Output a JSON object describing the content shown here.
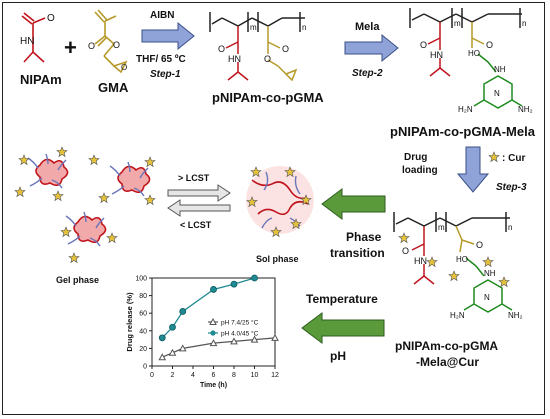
{
  "reactants": {
    "nipam": "NIPAm",
    "plus": "+",
    "gma": "GMA"
  },
  "step1": {
    "reagent": "AIBN",
    "conditions": "THF/ 65 ºC",
    "step": "Step-1"
  },
  "step2": {
    "reagent": "Mela",
    "step": "Step-2"
  },
  "step3": {
    "line1": "Drug",
    "line2": "loading",
    "step": "Step-3"
  },
  "products": {
    "copolymer": "pNIPAm-co-pGMA",
    "mela": "pNIPAm-co-pGMA-Mela",
    "cur_line1": "pNIPAm-co-pGMA",
    "cur_line2": "-Mela@Cur"
  },
  "legend": {
    "cur": ": Cur"
  },
  "subscripts": {
    "m": "m",
    "n": "n"
  },
  "phases": {
    "above_lcst": "> LCST",
    "below_lcst": "< LCST",
    "gel": "Gel phase",
    "sol": "Sol phase",
    "transition_line1": "Phase",
    "transition_line2": "transition"
  },
  "stimuli": {
    "temperature": "Temperature",
    "ph": "pH"
  },
  "chem": {
    "o": "O",
    "hn": "HN",
    "ho": "HO",
    "nh": "NH",
    "n": "N",
    "h2n": "H₂N",
    "nh2": "NH₂"
  },
  "colors": {
    "nipam": "#c0141c",
    "gma": "#b59a2a",
    "mela": "#1e8a1e",
    "arrow_blue": "#8fa3d8",
    "arrow_green": "#5a9a3a",
    "chart_series1": "#555555",
    "chart_series2": "#1f8a92",
    "star": "#e5c23a"
  },
  "chart_data": {
    "type": "line",
    "xlabel": "Time (h)",
    "ylabel": "Drug release (%)",
    "xlim": [
      0,
      12
    ],
    "ylim": [
      0,
      100
    ],
    "xticks": [
      0,
      2,
      4,
      6,
      8,
      10,
      12
    ],
    "yticks": [
      0,
      20,
      40,
      60,
      80,
      100
    ],
    "legend_position": "center-right",
    "series": [
      {
        "name": "pH 7.4/25 °C",
        "x": [
          1,
          2,
          3,
          6,
          8,
          10,
          12
        ],
        "y": [
          10,
          15,
          20,
          26,
          28,
          30,
          32
        ],
        "marker": "triangle"
      },
      {
        "name": "pH 4.0/45 °C",
        "x": [
          1,
          2,
          3,
          6,
          8,
          10
        ],
        "y": [
          32,
          44,
          62,
          87,
          93,
          100
        ],
        "marker": "circle"
      }
    ]
  }
}
